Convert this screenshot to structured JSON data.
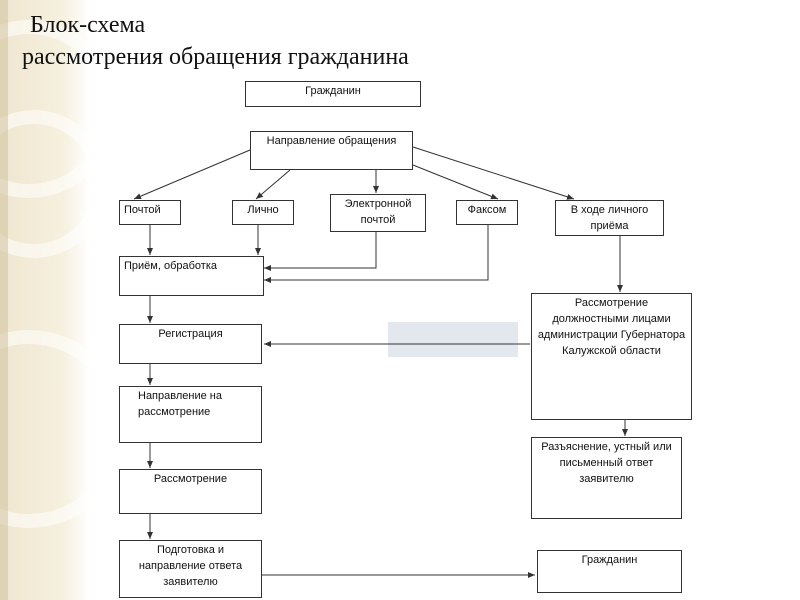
{
  "title": {
    "line1": "Блок-схема",
    "line2": "рассмотрения обращения гражданина"
  },
  "nodes": {
    "citizen_top": "Гражданин",
    "direction": "Направление обращения",
    "by_mail": "Почтой",
    "in_person": "Лично",
    "email": "Электронной почтой",
    "fax": "Факсом",
    "personal_reception": "В ходе личного приёма",
    "intake": "Приём, обработка",
    "registration": "Регистрация",
    "consideration_by_officials": "Рассмотрение должностными лицами администрации Губернатора Калужской области",
    "send_for_review": "Направление на рассмотрение",
    "review": "Рассмотрение",
    "explanation": "Разъяснение, устный или письменный ответ заявителю",
    "prepare_answer": "Подготовка и направление ответа заявителю",
    "citizen_bottom": "Гражданин"
  },
  "colors": {
    "line": "#333333",
    "box_border": "#333333",
    "highlight": "#e3e8ee"
  }
}
